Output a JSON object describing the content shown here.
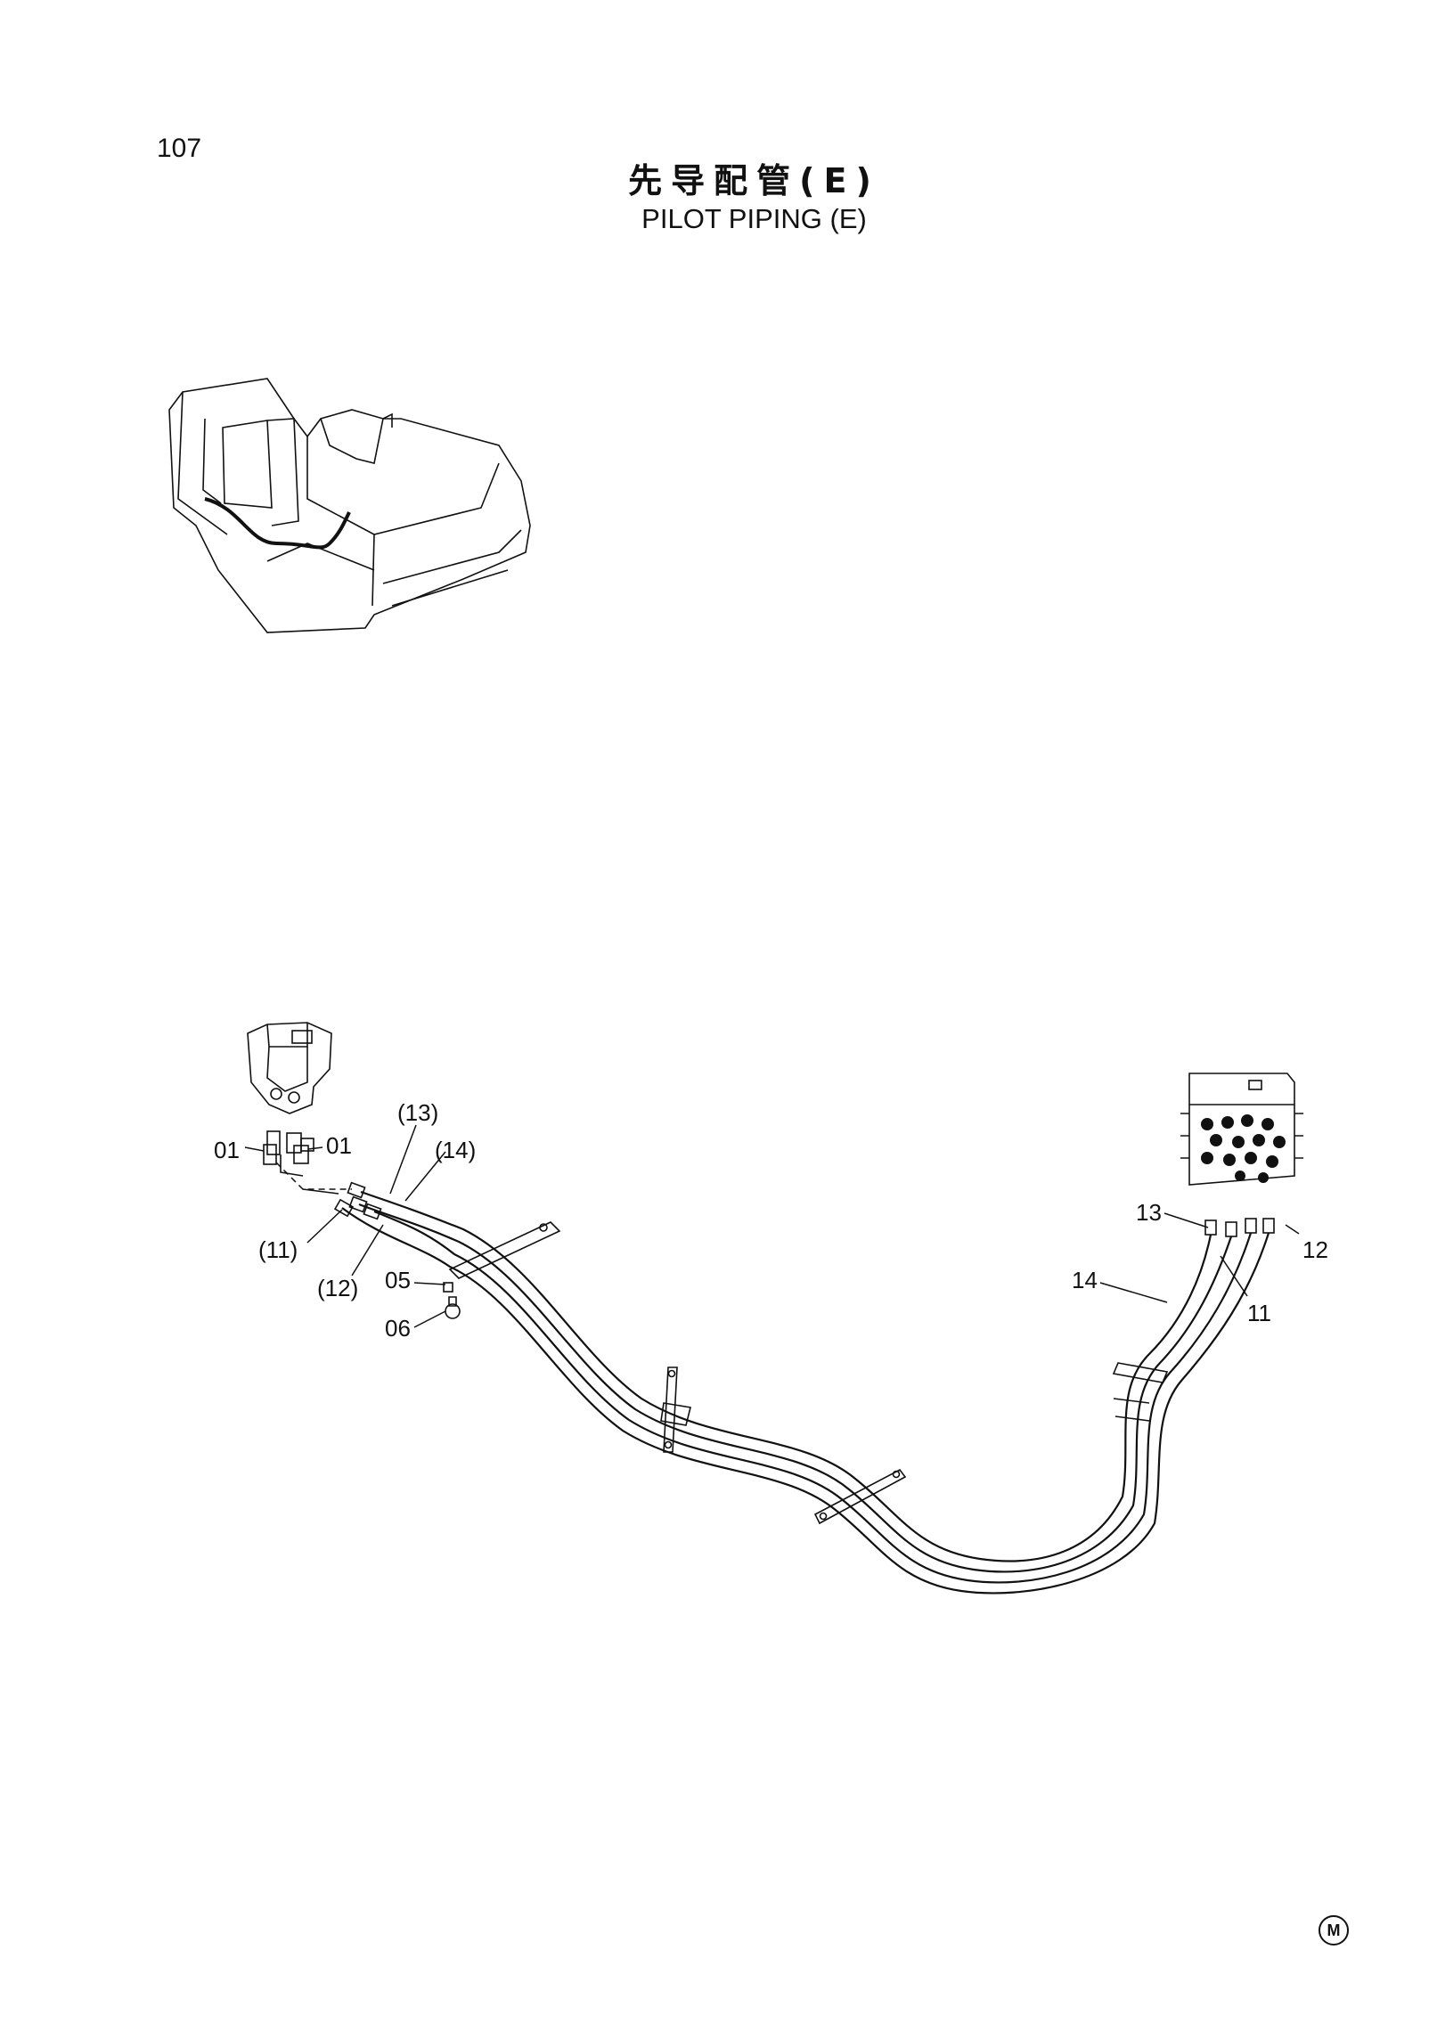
{
  "page_number": "107",
  "title_cn": "先导配管(E)",
  "title_en": "PILOT PIPING (E)",
  "callouts": {
    "c01_left": "01",
    "c01_right": "01",
    "c13_paren": "(13)",
    "c14_paren": "(14)",
    "c11_paren": "(11)",
    "c12_paren": "(12)",
    "c05": "05",
    "c06": "06",
    "c13": "13",
    "c12": "12",
    "c14": "14",
    "c11": "11"
  },
  "corner_mark": "M"
}
